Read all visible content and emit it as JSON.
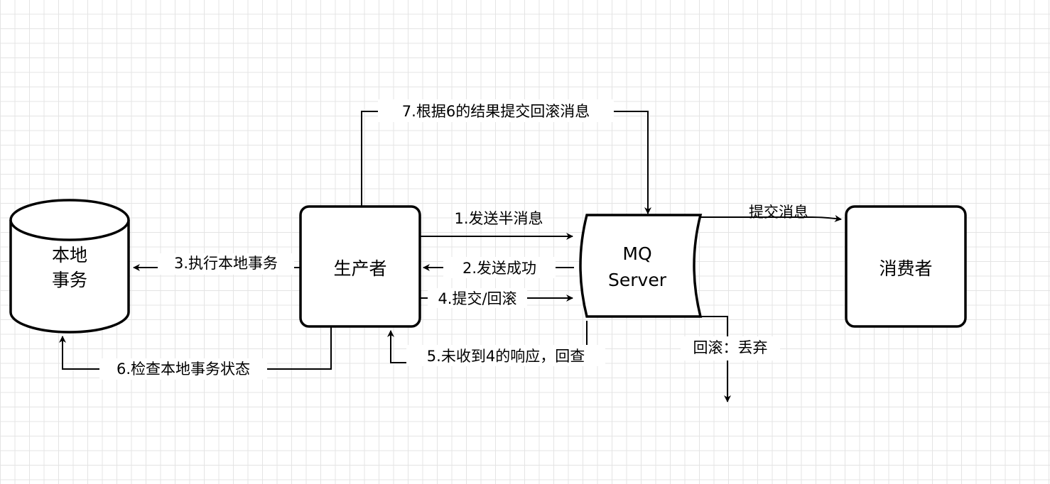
{
  "nodes": {
    "local_tx": {
      "line1": "本地",
      "line2": "事务"
    },
    "producer": {
      "label": "生产者"
    },
    "mq_server": {
      "line1": "MQ",
      "line2": "Server"
    },
    "consumer": {
      "label": "消费者"
    }
  },
  "edges": {
    "e1": "1.发送半消息",
    "e2": "2.发送成功",
    "e3": "3.执行本地事务",
    "e4": "4.提交/回滚",
    "e5": "5.未收到4的响应，回查",
    "e6": "6.检查本地事务状态",
    "e7": "7.根据6的结果提交回滚消息",
    "commit": "提交消息",
    "rollback": "回滚：丢弃"
  },
  "colors": {
    "stroke": "#000000",
    "fill": "#ffffff",
    "grid": "#e4e4e4"
  }
}
